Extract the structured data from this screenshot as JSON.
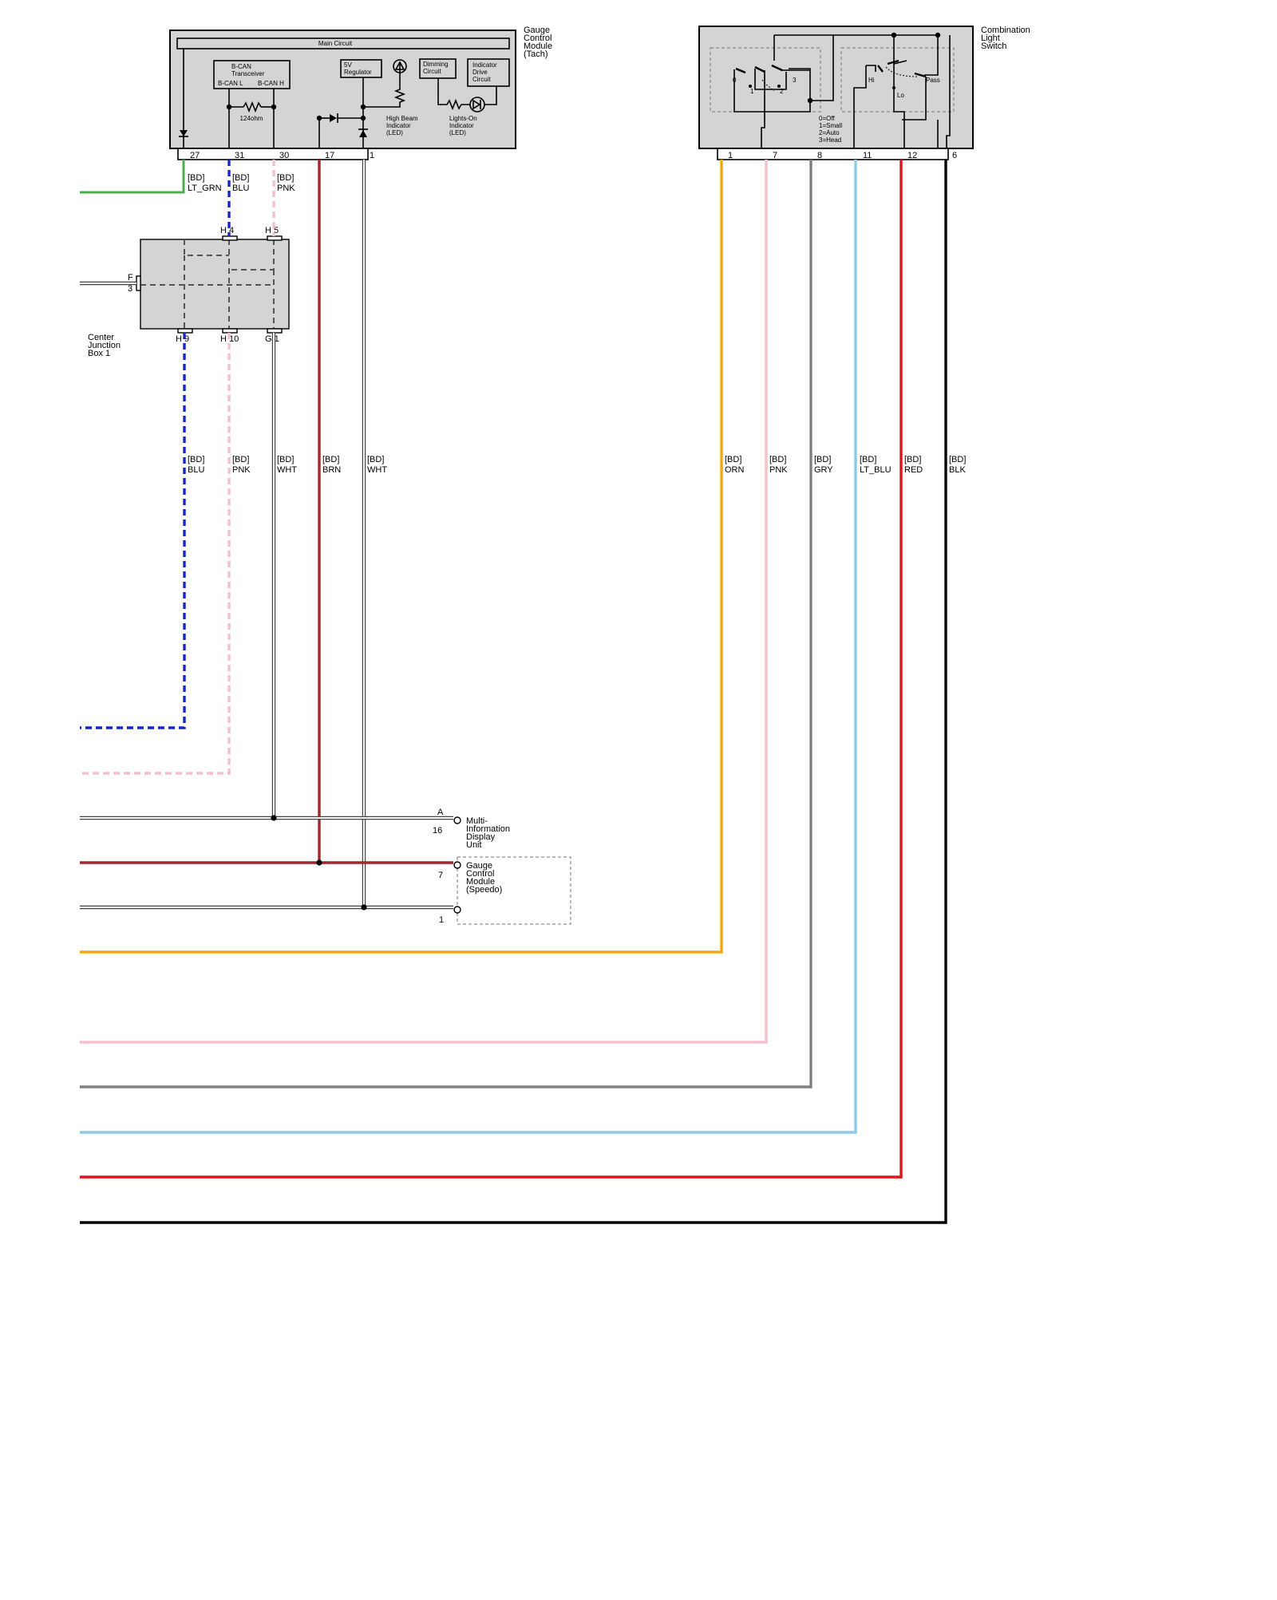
{
  "colors": {
    "LT_GRN": "#4cae4c",
    "BLU": "#1428c8",
    "PNK": "#f5c0cb",
    "WHT": "#ffffff",
    "BRN": "#a0282d",
    "ORN": "#f2a814",
    "GRY": "#808080",
    "LT_BLU": "#8ccbe8",
    "RED": "#dd1417",
    "BLK": "#000000"
  },
  "gauge_tach": {
    "title_lines": [
      "Gauge",
      "Control",
      "Module",
      "(Tach)"
    ],
    "main_circuit": "Main Circuit",
    "bcan_lines": [
      "B-CAN",
      "Transceiver"
    ],
    "bcan_l": "B-CAN L",
    "bcan_h": "B-CAN H",
    "resistor": "124ohm",
    "regulator_lines": [
      "5V",
      "Regulator"
    ],
    "dimming_lines": [
      "Dimming",
      "Circuit"
    ],
    "indicator_lines": [
      "Indicator",
      "Drive",
      "Circuit"
    ],
    "high_beam_lines": [
      "High Beam",
      "Indicator",
      "(LED)"
    ],
    "lights_on_lines": [
      "Lights-On",
      "Indicator",
      "(LED)"
    ],
    "pins": [
      "27",
      "31",
      "30",
      "17",
      "1"
    ]
  },
  "combo_switch": {
    "title_lines": [
      "Combination",
      "Light",
      "Switch"
    ],
    "left_positions": [
      "0",
      "1",
      "2",
      "3"
    ],
    "right_positions": [
      "Hi",
      "Lo",
      "Pass"
    ],
    "legend": [
      "0=Off",
      "1=Small",
      "2=Auto",
      "3=Head"
    ],
    "pins": [
      "1",
      "7",
      "8",
      "11",
      "12",
      "6"
    ]
  },
  "junction_box": {
    "title_lines": [
      "Center",
      "Junction",
      "Box 1"
    ],
    "top_connectors": [
      "H 4",
      "H 5"
    ],
    "left_connector": [
      "F",
      "3"
    ],
    "bottom_connectors": [
      "H 9",
      "H 10",
      "G 1"
    ]
  },
  "wire_labels_top": [
    {
      "code": "[BD]",
      "color": "LT_GRN"
    },
    {
      "code": "[BD]",
      "color": "BLU"
    },
    {
      "code": "[BD]",
      "color": "PNK"
    }
  ],
  "wire_labels_mid": [
    {
      "code": "[BD]",
      "color": "BLU"
    },
    {
      "code": "[BD]",
      "color": "PNK"
    },
    {
      "code": "[BD]",
      "color": "WHT"
    },
    {
      "code": "[BD]",
      "color": "BRN"
    },
    {
      "code": "[BD]",
      "color": "WHT"
    },
    {
      "code": "[BD]",
      "color": "ORN"
    },
    {
      "code": "[BD]",
      "color": "PNK"
    },
    {
      "code": "[BD]",
      "color": "GRY"
    },
    {
      "code": "[BD]",
      "color": "LT_BLU"
    },
    {
      "code": "[BD]",
      "color": "RED"
    },
    {
      "code": "[BD]",
      "color": "BLK"
    }
  ],
  "mid_unit": {
    "title_lines": [
      "Multi-",
      "Information",
      "Display",
      "Unit"
    ],
    "connector": "A",
    "pin": "16"
  },
  "gauge_speedo": {
    "title_lines": [
      "Gauge",
      "Control",
      "Module",
      "(Speedo)"
    ],
    "pins": [
      "7",
      "1"
    ]
  }
}
